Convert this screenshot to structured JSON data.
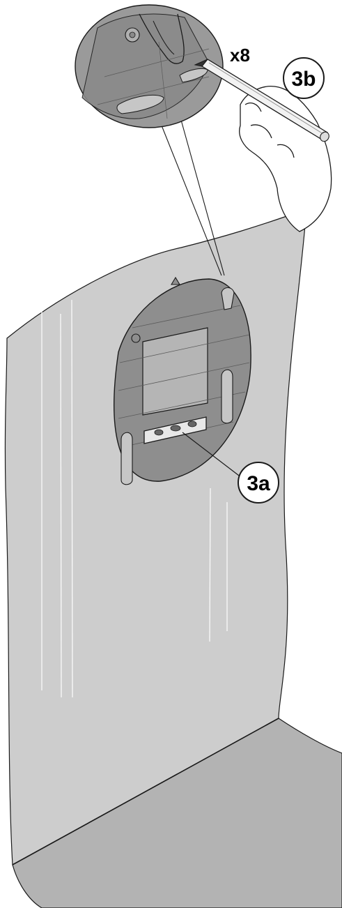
{
  "labels": {
    "multiplier": "x8",
    "step_3b": "3b",
    "step_3a": "3a"
  },
  "icons": {
    "pencil": "pencil-icon",
    "hand": "hand-icon",
    "spirit_level": "spirit-level-icon",
    "mounting_plate": "mounting-plate-icon"
  },
  "colors": {
    "wall": "#cdcdcd",
    "floor": "#b3b3b3",
    "plate": "#8e8e8e",
    "plate_dark": "#6e6e6e",
    "magnifier": "#9a9a9a",
    "outline": "#1a1a1a"
  }
}
